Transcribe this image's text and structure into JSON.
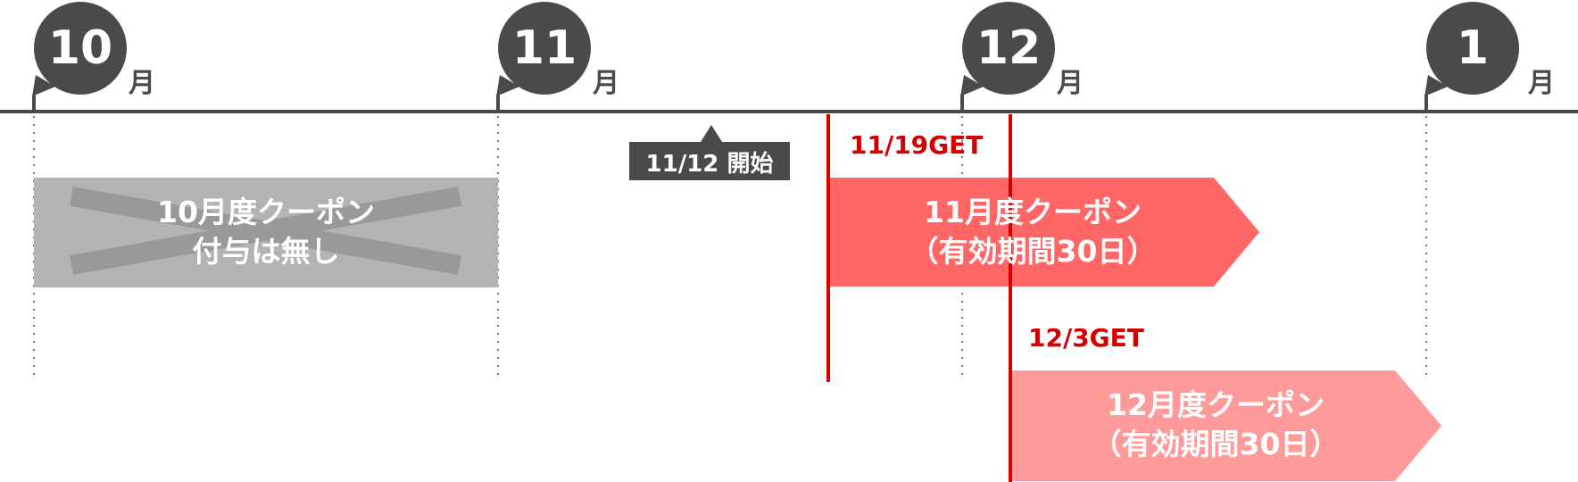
{
  "colors": {
    "axis": "#4a4a4a",
    "marker": "#d40000",
    "coupon_none": "#b3b3b3",
    "coupon_none_cross": "#999999",
    "coupon_nov": "#ff6666",
    "coupon_dec": "#ff9a9a",
    "badge": "#4a4a4a"
  },
  "months": [
    {
      "number": "10",
      "unit": "月"
    },
    {
      "number": "11",
      "unit": "月"
    },
    {
      "number": "12",
      "unit": "月"
    },
    {
      "number": "1",
      "unit": "月"
    }
  ],
  "start_badge": {
    "label": "11/12 開始"
  },
  "oct_coupon": {
    "line1": "10月度クーポン",
    "line2": "付与は無し"
  },
  "nov_coupon": {
    "get_label": "11/19GET",
    "line1": "11月度クーポン",
    "line2": "（有効期間30日）"
  },
  "dec_coupon": {
    "get_label": "12/3GET",
    "line1": "12月度クーポン",
    "line2": "（有効期間30日）"
  }
}
